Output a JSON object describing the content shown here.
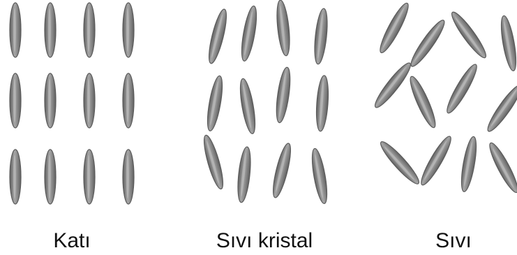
{
  "panels": [
    {
      "name": "solid",
      "label": "Katı",
      "orientation": "ordered, aligned"
    },
    {
      "name": "liquid-crystal",
      "label": "Sıvı kristal",
      "orientation": "partially aligned"
    },
    {
      "name": "liquid",
      "label": "Sıvı",
      "orientation": "random"
    }
  ],
  "colors": {
    "molecule_fill": "#8e8e8e",
    "molecule_stroke": "#5a5a5a",
    "molecule_highlight": "#c9c9c9",
    "background": "#ffffff",
    "caption": "#111111"
  }
}
